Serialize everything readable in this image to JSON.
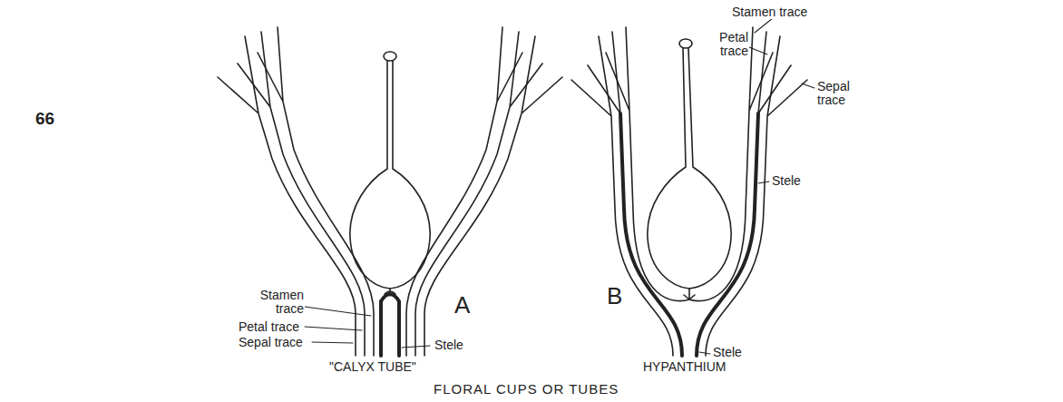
{
  "diagram": {
    "caption": "FLORAL CUPS OR TUBES",
    "labels": [
      "66",
      "Stamen trace",
      "Petal trace",
      "Sepal trace",
      "Stele",
      "A",
      "\"CALYX TUBE\"",
      "Stamen trace",
      "Petal trace",
      "Sepal trace",
      "Stele",
      "Stele",
      "B",
      "HYPANTHIUM"
    ]
  }
}
